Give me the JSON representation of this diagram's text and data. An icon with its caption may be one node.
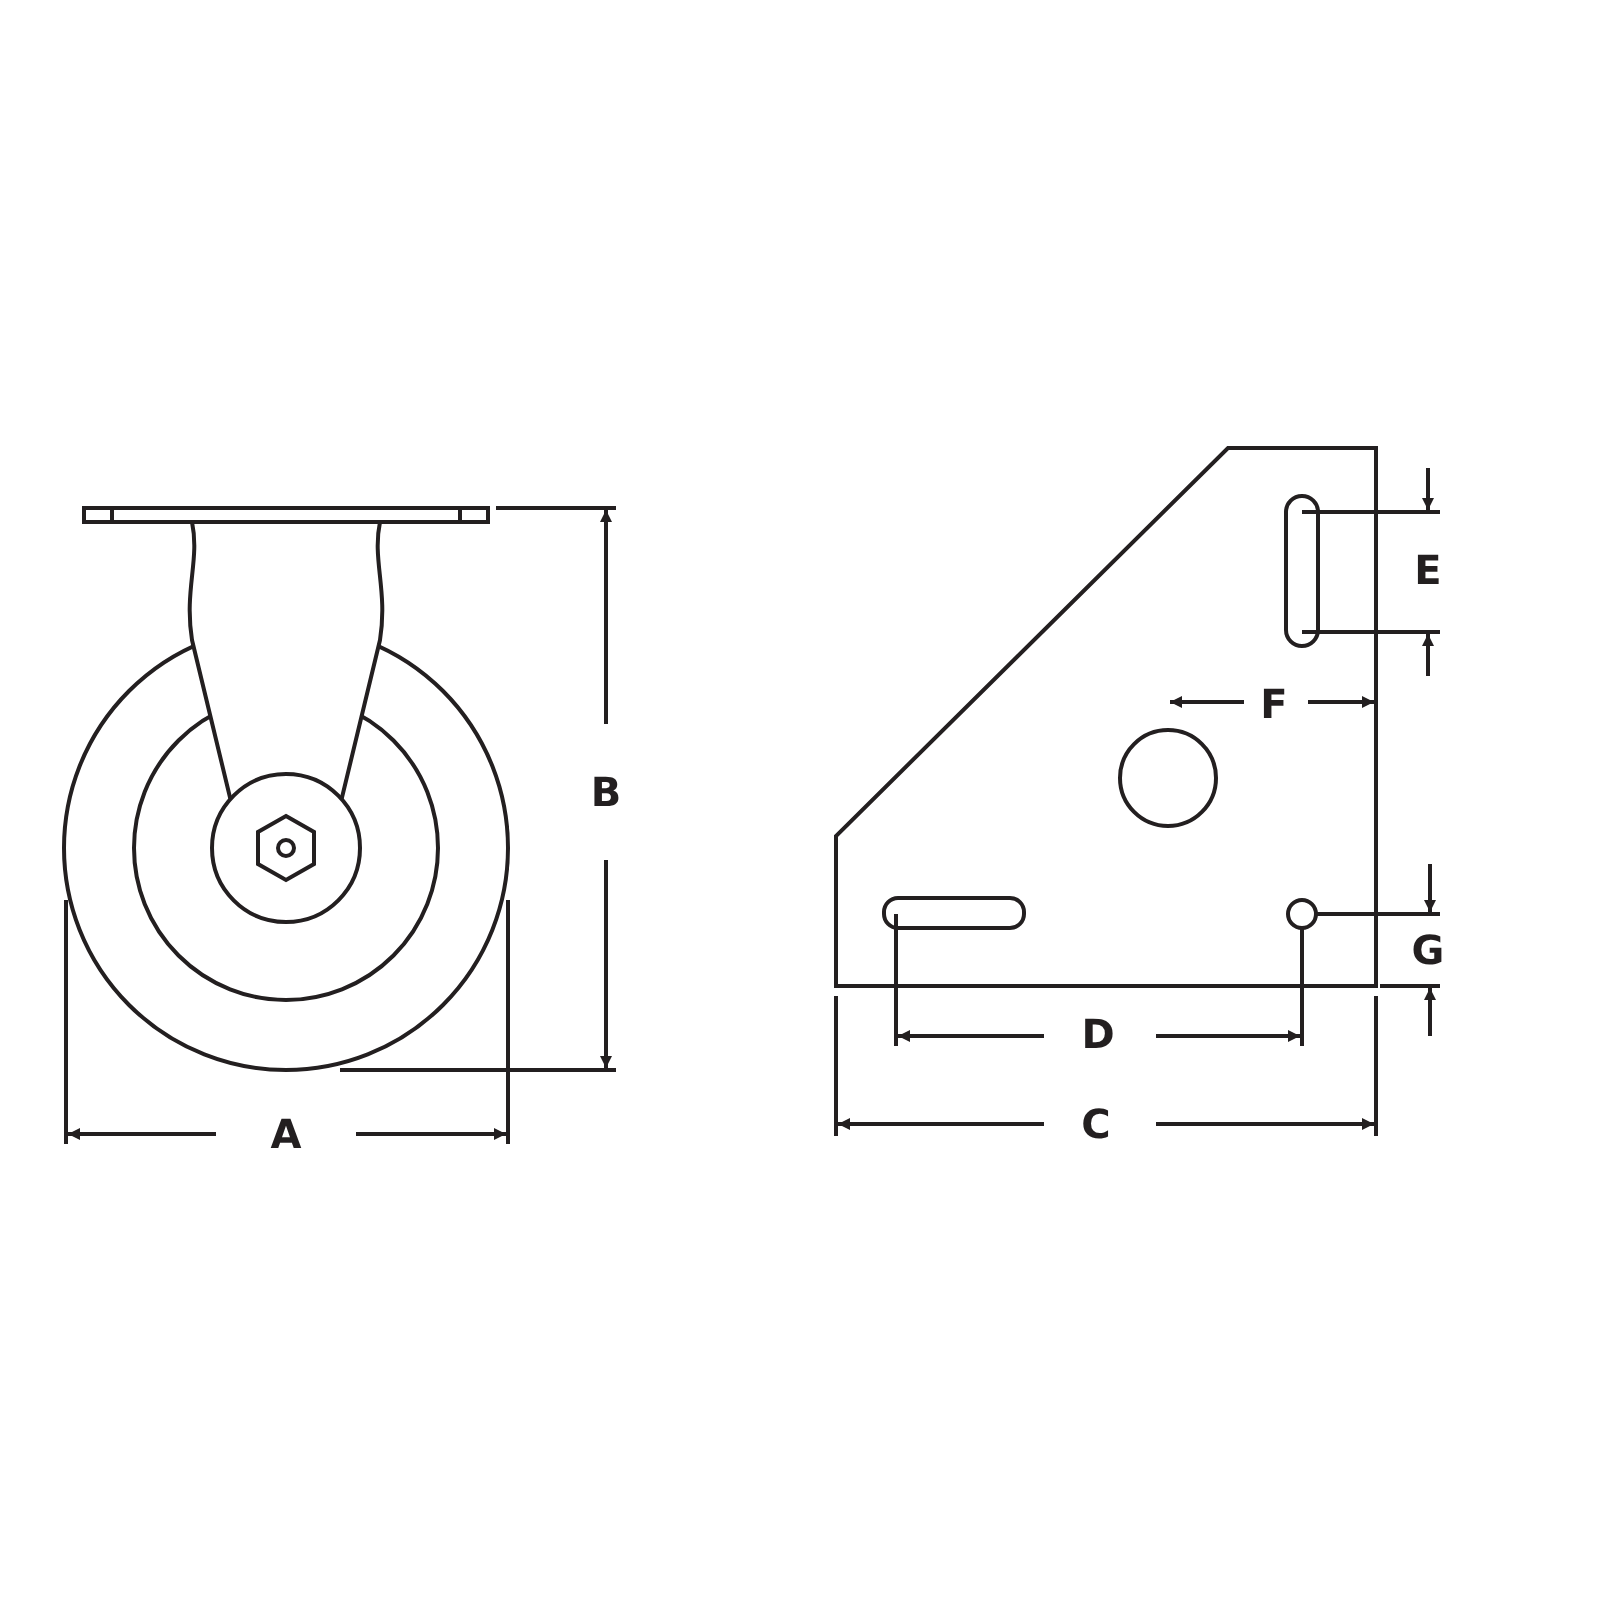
{
  "diagram": {
    "labels": [
      "E",
      "F",
      "B",
      "G",
      "D",
      "A",
      "C"
    ]
  }
}
